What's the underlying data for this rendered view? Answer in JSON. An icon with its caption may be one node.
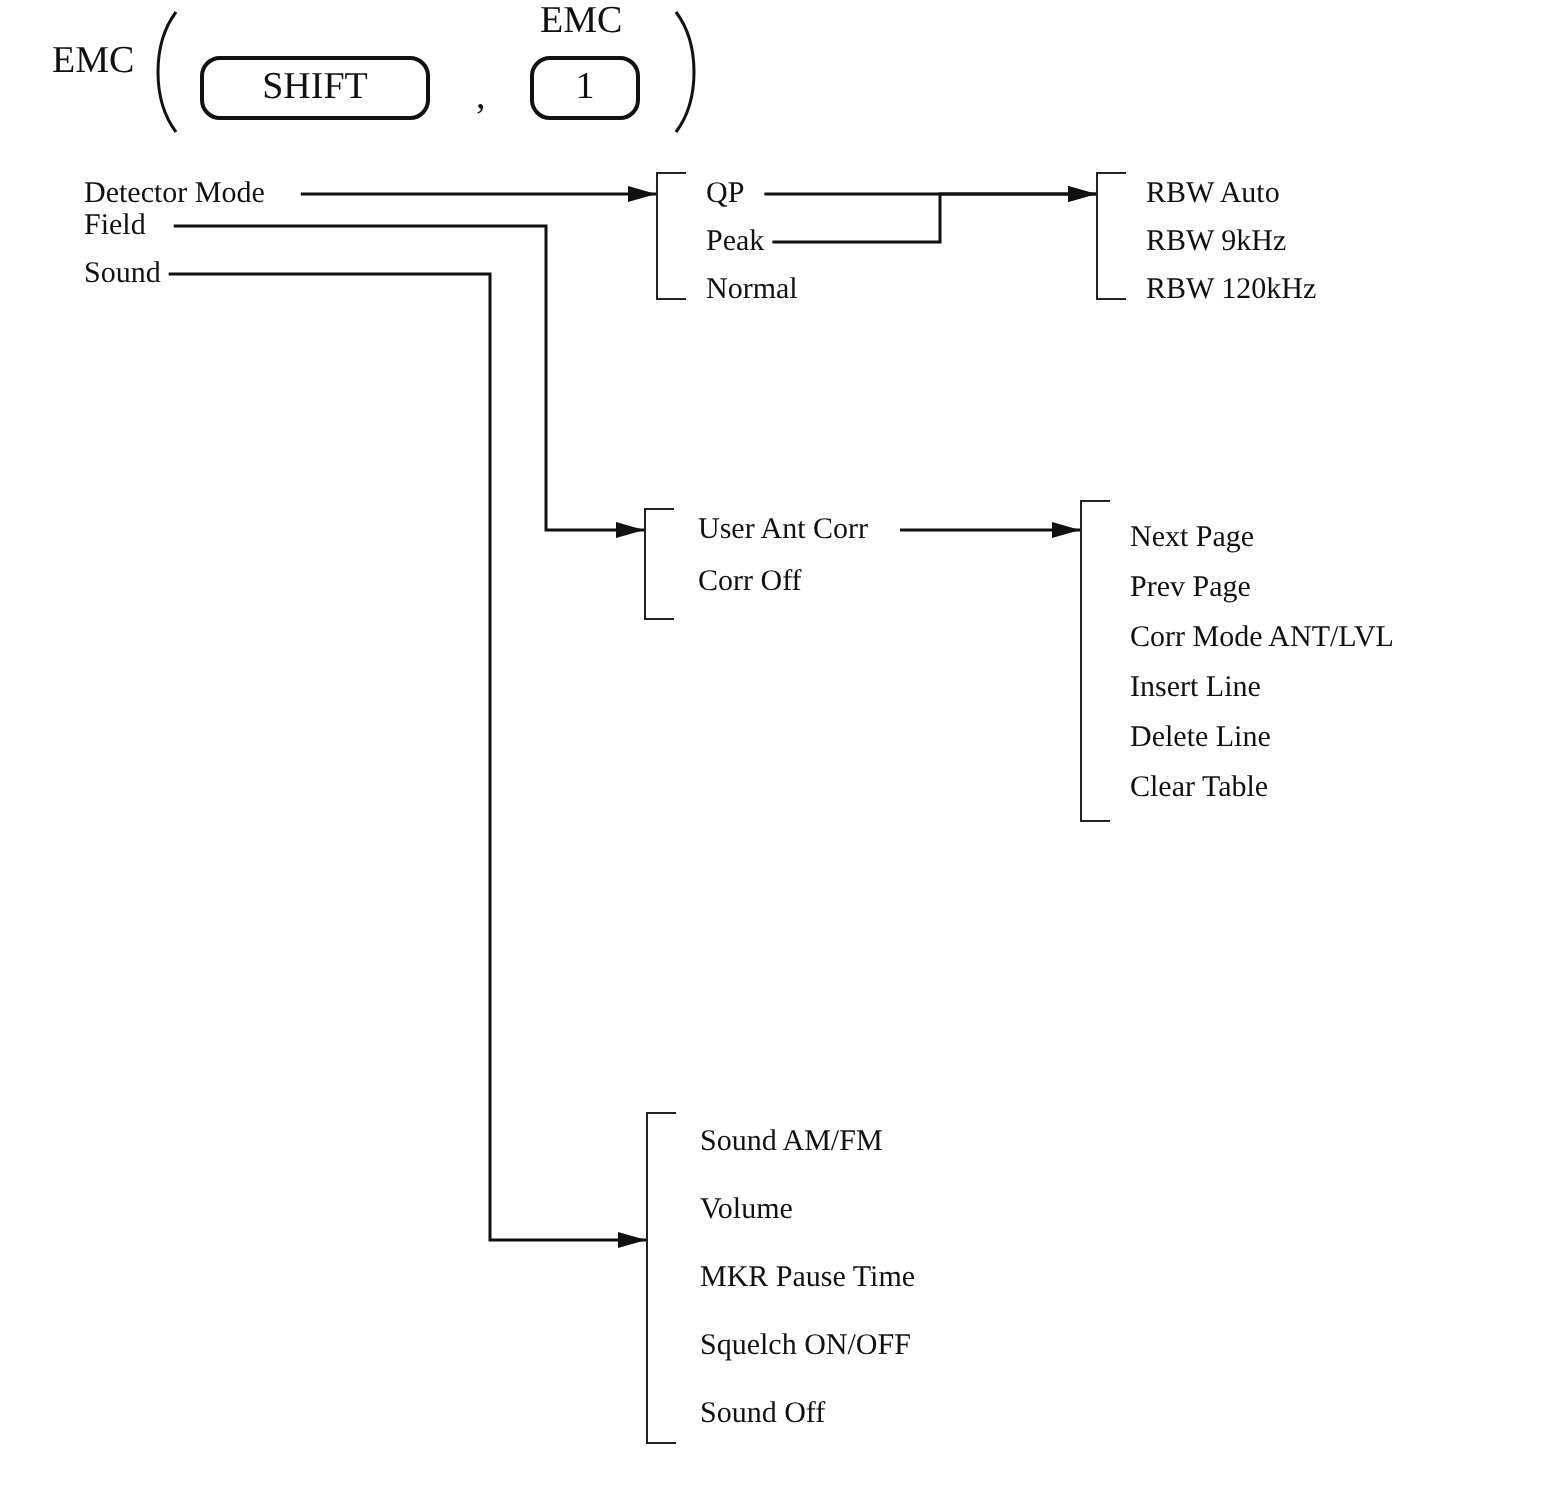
{
  "diagram": {
    "nodes": [
      {
        "text": [
          "SHIFT"
        ]
      },
      {
        "text": [
          "1"
        ],
        "beside": [
          "EMC"
        ]
      },
      {
        "text": [
          "Detector Mode"
        ]
      },
      {
        "text": [
          "Field"
        ]
      },
      {
        "text": [
          "Sound"
        ]
      },
      {
        "text": [],
        "shape": "bracket"
      },
      {
        "text": [
          "QP"
        ],
        "in": 5
      },
      {
        "text": [
          "Peak"
        ],
        "in": 5
      },
      {
        "text": [
          "Normal"
        ],
        "in": 5
      },
      {
        "text": [],
        "shape": "bracket"
      },
      {
        "text": [
          "RBW Auto"
        ],
        "in": 9
      },
      {
        "text": [
          "RBW 9kHz"
        ],
        "in": 9
      },
      {
        "text": [
          "RBW 120kHz"
        ],
        "in": 9
      },
      {
        "text": [],
        "shape": "bracket"
      },
      {
        "text": [
          "User Ant Corr"
        ],
        "in": 13
      },
      {
        "text": [
          "Corr Off"
        ],
        "in": 13
      },
      {
        "text": [],
        "shape": "bracket"
      },
      {
        "text": [
          "Next Page"
        ],
        "in": 16
      },
      {
        "text": [
          "Prev Page"
        ],
        "in": 16
      },
      {
        "text": [
          "Corr Mode ANT/LVL"
        ],
        "in": 16
      },
      {
        "text": [
          "Insert Line"
        ],
        "in": 16
      },
      {
        "text": [
          "Delete Line"
        ],
        "in": 16
      },
      {
        "text": [
          "Clear Table"
        ],
        "in": 16
      },
      {
        "text": [],
        "shape": "bracket"
      },
      {
        "text": [
          "Sound AM/FM"
        ],
        "in": 23
      },
      {
        "text": [
          "Volume"
        ],
        "in": 23
      },
      {
        "text": [
          "MKR Pause Time"
        ],
        "in": 23
      },
      {
        "text": [
          "Squelch ON/OFF"
        ],
        "in": 23
      },
      {
        "text": [
          "Sound Off"
        ],
        "in": 23
      }
    ],
    "edges": [
      {
        "from": 2,
        "to": 5,
        "arrow": "to"
      },
      {
        "from": 3,
        "to": 13,
        "arrow": "to"
      },
      {
        "from": 4,
        "to": 23,
        "arrow": "to"
      },
      {
        "from": 6,
        "to": 9,
        "arrow": "to"
      },
      {
        "from": 7,
        "to": 9,
        "arrow": "to"
      },
      {
        "from": 14,
        "to": 16,
        "arrow": "to"
      }
    ],
    "labels": [
      "EMC",
      ","
    ]
  }
}
